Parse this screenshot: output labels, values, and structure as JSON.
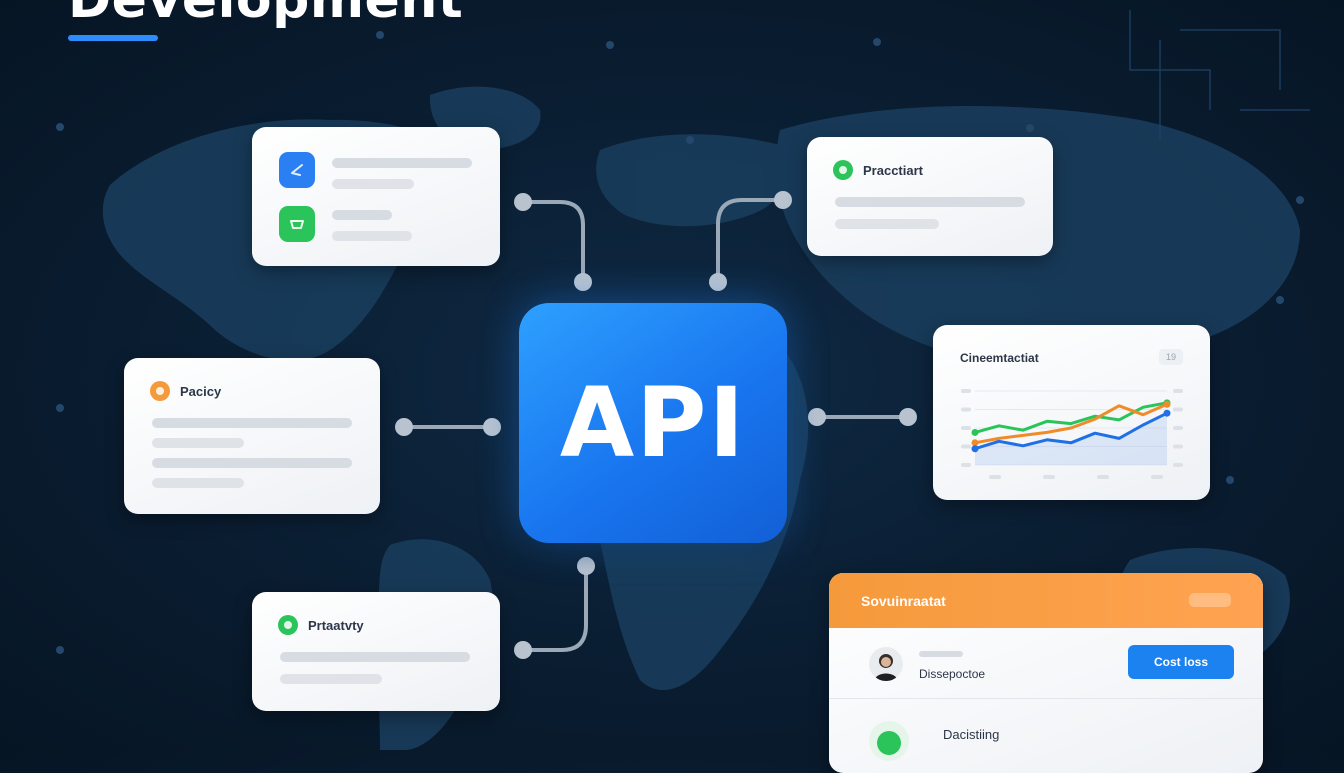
{
  "headline": "Development",
  "api_label": "API",
  "cards": {
    "left_middle_title": "Pacicy",
    "right_top_title": "Pracctiart",
    "bottom_left_title": "Prtaatvty",
    "chart_title": "Cineemtactiat",
    "chart_badge": "19",
    "profile_header_title": "Sovuinraatat",
    "profile_name": "Dissepoctoe",
    "profile_button": "Cost loss",
    "profile_second_row": "Dacistiing"
  },
  "colors": {
    "background": "#0a1d31",
    "api_blue": "#1c82ef",
    "accent_orange": "#f59a3b",
    "accent_green": "#2bc45a",
    "accent_blue_icon": "#2a7ff2",
    "chart_green": "#2bc45a",
    "chart_orange": "#f08b28",
    "chart_blue": "#1f6fe6"
  },
  "icons": {
    "blue_icon": "share-icon",
    "green_icon": "cart-icon",
    "orange_status": "status-dot-icon",
    "green_status": "status-dot-icon"
  },
  "chart_data": {
    "type": "line",
    "title": "Cineemtactiat",
    "xlabel": "",
    "ylabel": "",
    "x": [
      0,
      1,
      2,
      3,
      4,
      5,
      6,
      7,
      8
    ],
    "series": [
      {
        "values": [
          44,
          53,
          47,
          59,
          56,
          66,
          61,
          78,
          84
        ],
        "color": "#2bc45a"
      },
      {
        "values": [
          30,
          36,
          40,
          44,
          50,
          62,
          80,
          68,
          82
        ],
        "color": "#f08b28"
      },
      {
        "values": [
          22,
          32,
          26,
          34,
          30,
          43,
          36,
          54,
          70
        ],
        "color": "#1f6fe6"
      }
    ],
    "ylim": [
      0,
      100
    ],
    "grid": true,
    "legend": "none"
  }
}
